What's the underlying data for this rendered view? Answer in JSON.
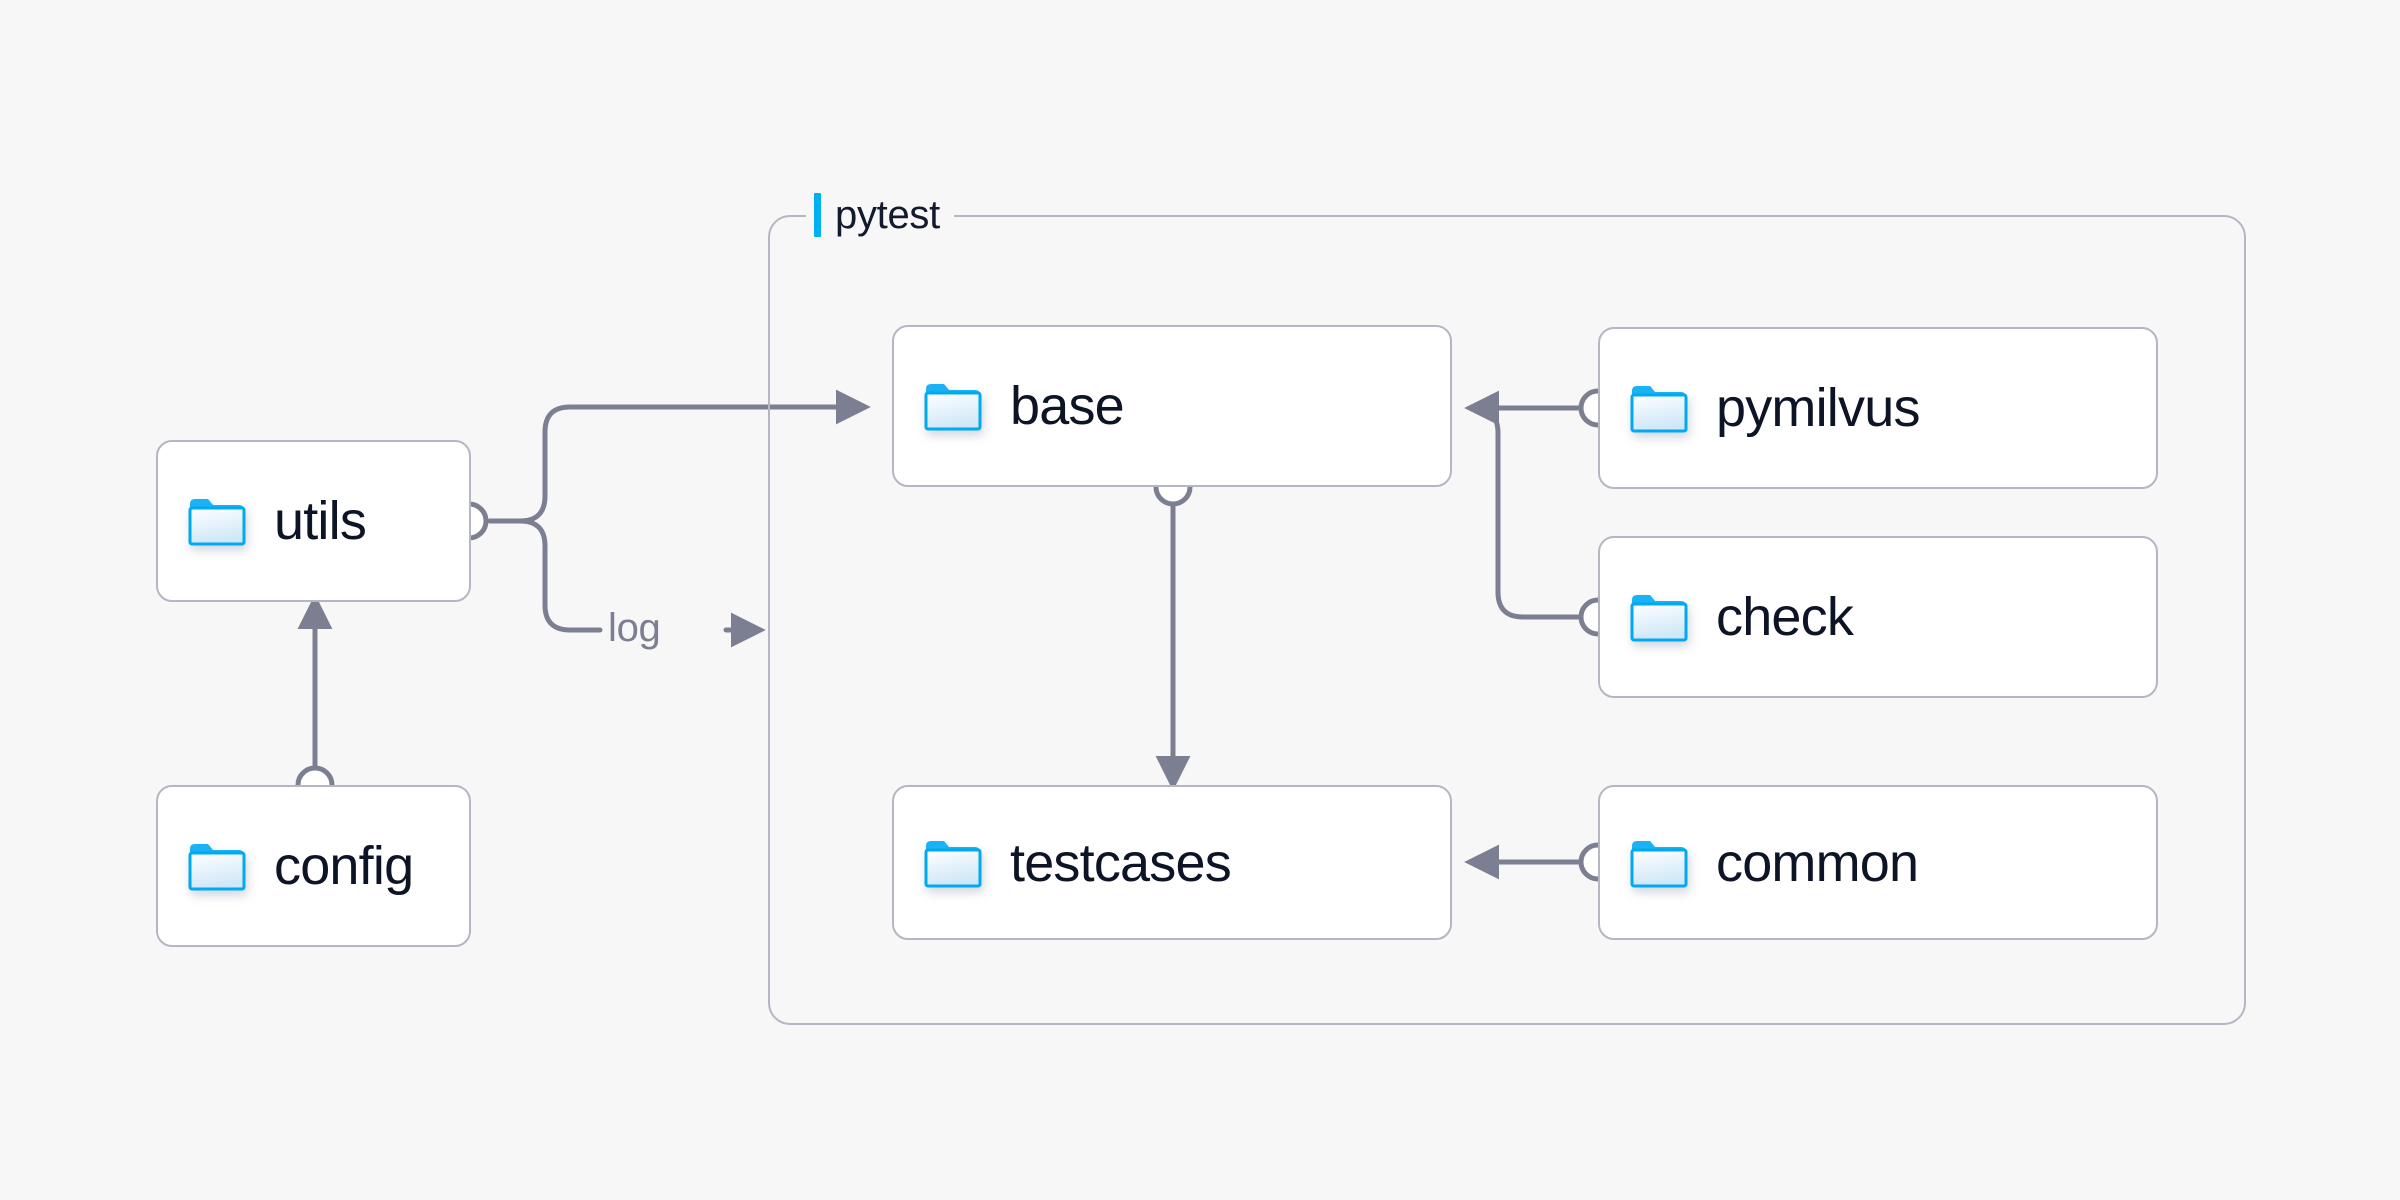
{
  "page": {
    "background_color": "#f7f7f8",
    "title": "pytest project folder dependency diagram"
  },
  "theme": {
    "node_fill": "#ffffff",
    "node_border": "#b6b6c2",
    "edge_color": "#7c7f91",
    "group_border": "#b6b6c2",
    "accent_color": "#00b0f0",
    "text_color": "#0d1426",
    "muted_text_color": "#7c7f91",
    "folder_icon_stroke": "#00aaf0",
    "folder_icon_fill_top": "#dff0fb",
    "folder_icon_fill_bottom": "#eef7fd"
  },
  "group": {
    "name": "pytest-group",
    "label": "pytest",
    "accent_bar": "accent-bar"
  },
  "nodes": [
    {
      "id": "utils",
      "label": "utils",
      "icon": "folder-icon"
    },
    {
      "id": "config",
      "label": "config",
      "icon": "folder-icon"
    },
    {
      "id": "base",
      "label": "base",
      "icon": "folder-icon"
    },
    {
      "id": "testcases",
      "label": "testcases",
      "icon": "folder-icon"
    },
    {
      "id": "pymilvus",
      "label": "pymilvus",
      "icon": "folder-icon"
    },
    {
      "id": "check",
      "label": "check",
      "icon": "folder-icon"
    },
    {
      "id": "common",
      "label": "common",
      "icon": "folder-icon"
    }
  ],
  "edges": [
    {
      "id": "config-to-utils",
      "from": "config",
      "to": "utils",
      "label": ""
    },
    {
      "id": "utils-to-base",
      "from": "utils",
      "to": "base",
      "label": ""
    },
    {
      "id": "utils-to-pytest-log",
      "from": "utils",
      "to": "pytest",
      "label": "log"
    },
    {
      "id": "base-to-testcases",
      "from": "base",
      "to": "testcases",
      "label": ""
    },
    {
      "id": "pymilvus-to-base",
      "from": "pymilvus",
      "to": "base",
      "label": ""
    },
    {
      "id": "check-to-base",
      "from": "check",
      "to": "base",
      "label": ""
    },
    {
      "id": "common-to-testcases",
      "from": "common",
      "to": "testcases",
      "label": ""
    }
  ],
  "edge_labels": {
    "log": "log"
  }
}
